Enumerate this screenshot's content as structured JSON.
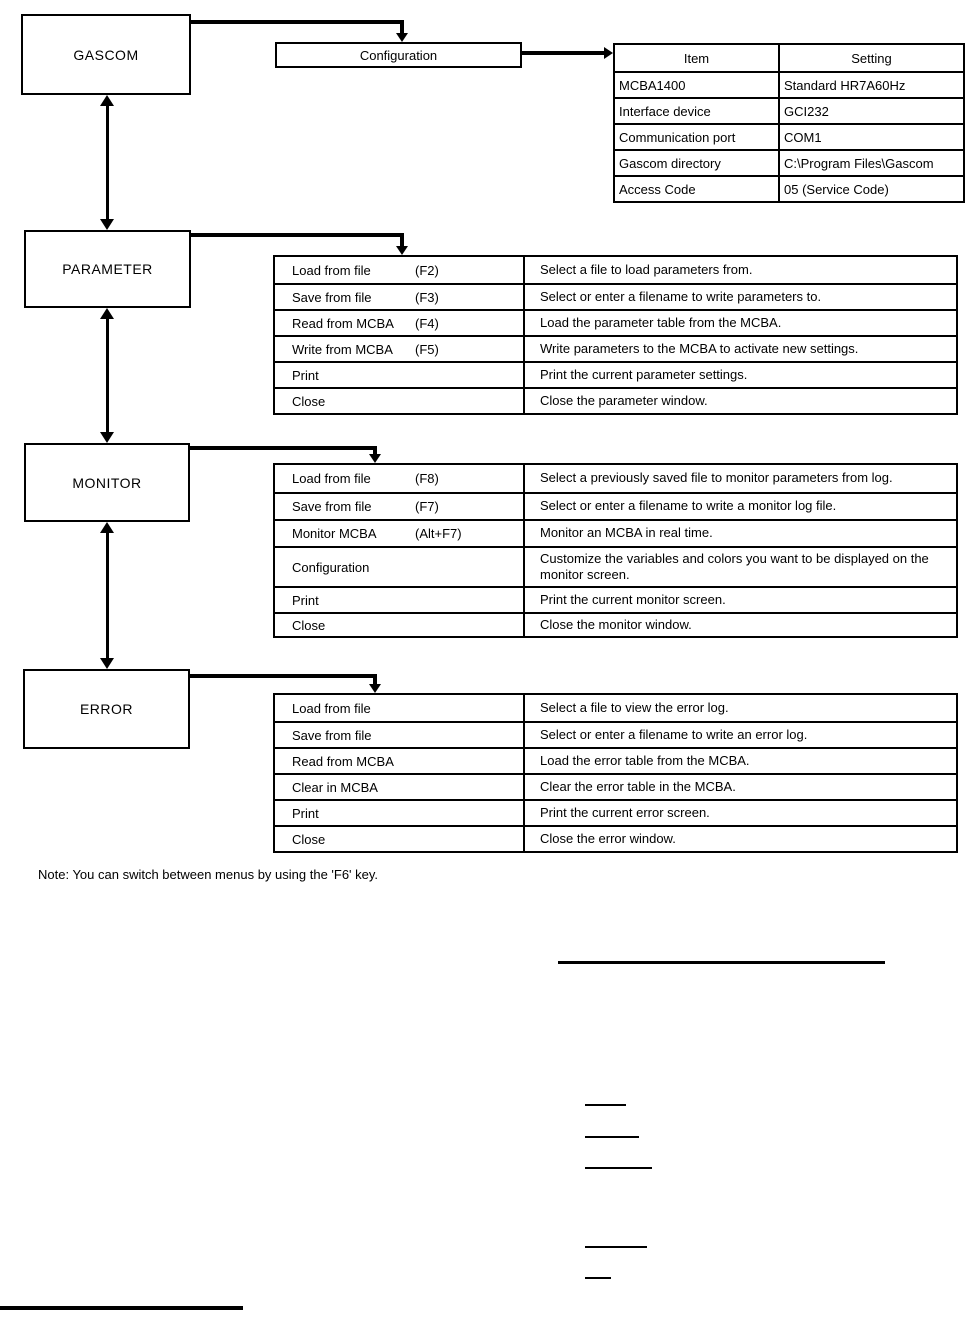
{
  "nodes": {
    "gascom": "GASCOM",
    "parameter": "PARAMETER",
    "monitor": "MONITOR",
    "error": "ERROR",
    "configuration": "Configuration"
  },
  "config_table": {
    "headers": [
      "Item",
      "Setting"
    ],
    "rows": [
      [
        "MCBA1400",
        "Standard HR7A60Hz"
      ],
      [
        "Interface device",
        "GCI232"
      ],
      [
        "Communication port",
        "COM1"
      ],
      [
        "Gascom directory",
        "C:\\Program Files\\Gascom"
      ],
      [
        "Access Code",
        "05 (Service Code)"
      ]
    ]
  },
  "parameter_menu": {
    "items": [
      {
        "label": "Load from file",
        "shortcut": "(F2)",
        "description": "Select a file to load parameters from."
      },
      {
        "label": "Save from file",
        "shortcut": "(F3)",
        "description": "Select or enter a filename to write parameters to."
      },
      {
        "label": "Read from MCBA",
        "shortcut": "(F4)",
        "description": "Load the parameter table from the MCBA."
      },
      {
        "label": "Write from MCBA",
        "shortcut": "(F5)",
        "description": "Write parameters to the MCBA to activate new settings."
      },
      {
        "label": "Print",
        "shortcut": "",
        "description": "Print the current parameter settings."
      },
      {
        "label": "Close",
        "shortcut": "",
        "description": "Close the parameter window."
      }
    ]
  },
  "monitor_menu": {
    "items": [
      {
        "label": "Load from file",
        "shortcut": "(F8)",
        "description": "Select a previously saved file to monitor parameters from log."
      },
      {
        "label": "Save from file",
        "shortcut": "(F7)",
        "description": "Select or enter a filename to write a monitor log file."
      },
      {
        "label": "Monitor MCBA",
        "shortcut": "(Alt+F7)",
        "description": "Monitor an MCBA in real time."
      },
      {
        "label": "Configuration",
        "shortcut": "",
        "description": "Customize the variables and colors you want to be displayed on the monitor screen."
      },
      {
        "label": "Print",
        "shortcut": "",
        "description": "Print the current monitor screen."
      },
      {
        "label": "Close",
        "shortcut": "",
        "description": "Close the monitor window."
      }
    ]
  },
  "error_menu": {
    "items": [
      {
        "label": "Load from file",
        "shortcut": "",
        "description": "Select a file to view the error log."
      },
      {
        "label": "Save from file",
        "shortcut": "",
        "description": "Select or enter a filename to write an error log."
      },
      {
        "label": "Read from MCBA",
        "shortcut": "",
        "description": "Load the error table from the MCBA."
      },
      {
        "label": "Clear in MCBA",
        "shortcut": "",
        "description": "Clear the error table in the MCBA."
      },
      {
        "label": "Print",
        "shortcut": "",
        "description": "Print the current error screen."
      },
      {
        "label": "Close",
        "shortcut": "",
        "description": "Close the error window."
      }
    ]
  },
  "note": "Note: You can switch between menus by using the 'F6' key.",
  "colors": {
    "ink": "#000000",
    "paper": "#ffffff"
  }
}
